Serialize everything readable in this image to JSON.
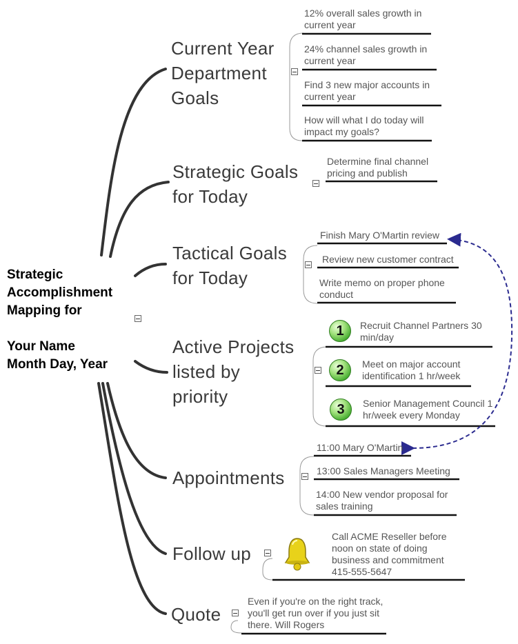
{
  "root": {
    "title": "Strategic\nAccomplishment\nMapping for\n\nYour Name\nMonth Day, Year"
  },
  "branches": [
    {
      "label": "Current Year\nDepartment\nGoals",
      "items": [
        "12% overall sales growth in current year",
        "24% channel sales growth in current year",
        "Find 3 new major accounts in current year",
        "How will what I do today will impact my goals?"
      ]
    },
    {
      "label": "Strategic Goals\nfor Today",
      "items": [
        "Determine final channel pricing and publish"
      ]
    },
    {
      "label": "Tactical Goals\nfor Today",
      "items": [
        "Finish Mary O'Martin review",
        "Review new customer contract",
        "Write memo on proper phone conduct"
      ]
    },
    {
      "label": "Active Projects\nlisted by\npriority",
      "items": [
        {
          "priority": "1",
          "text": "Recruit Channel Partners 30 min/day"
        },
        {
          "priority": "2",
          "text": "Meet on major account identification 1 hr/week"
        },
        {
          "priority": "3",
          "text": "Senior Management Council 1 hr/week every Monday"
        }
      ]
    },
    {
      "label": "Appointments",
      "items": [
        "11:00 Mary O'Martin",
        "13:00 Sales Managers Meeting",
        "14:00 New vendor proposal for sales training"
      ]
    },
    {
      "label": "Follow up",
      "icon": "bell-icon",
      "items": [
        "Call ACME Reseller before noon on state of doing business and commitment 415-555-5647"
      ]
    },
    {
      "label": "Quote",
      "items": [
        "Even if you're on the right track, you'll get run over if you just sit there. Will Rogers"
      ]
    }
  ],
  "colors": {
    "branch_line": "#333333",
    "link_arrow": "#2b2b8f",
    "priority_badge": "#3ea82a",
    "bell": "#e8d21a"
  }
}
